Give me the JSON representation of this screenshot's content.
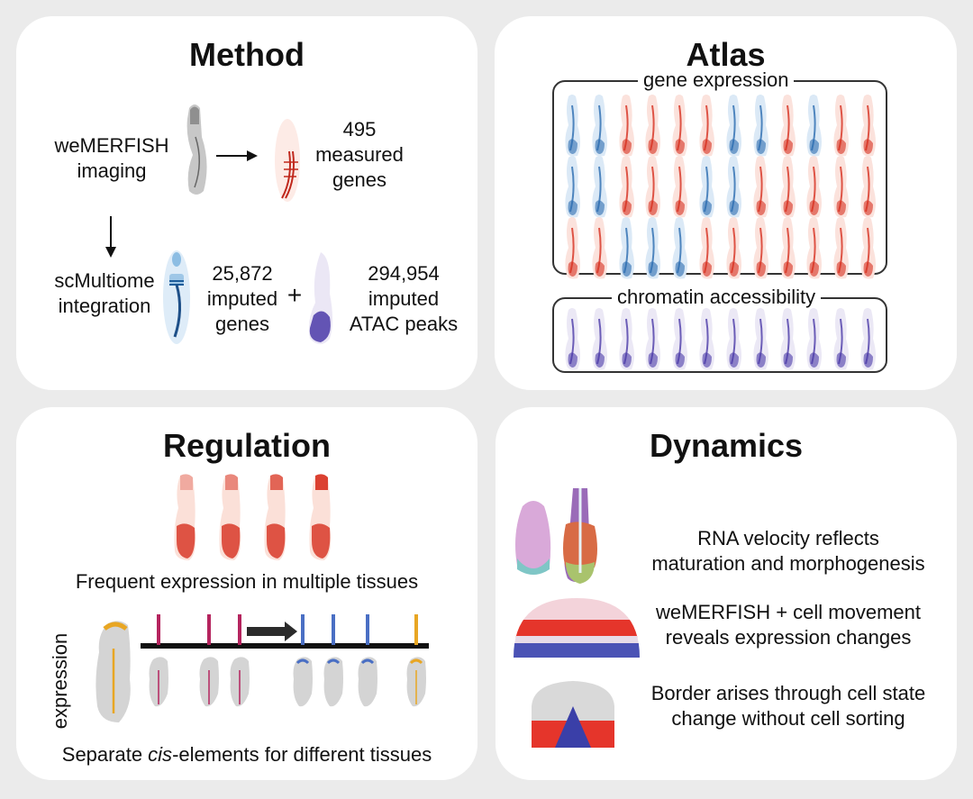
{
  "panels": {
    "method": {
      "title": "Method",
      "imaging_label": [
        "weMERFISH",
        "imaging"
      ],
      "measured": {
        "count": "495",
        "label1": "measured",
        "label2": "genes"
      },
      "integration_label": [
        "scMultiome",
        "integration"
      ],
      "imputed_genes": {
        "count": "25,872",
        "label1": "imputed",
        "label2": "genes"
      },
      "plus": "+",
      "imputed_peaks": {
        "count": "294,954",
        "label1": "imputed",
        "label2": "ATAC peaks"
      }
    },
    "atlas": {
      "title": "Atlas",
      "gene_expression_label": "gene expression",
      "chromatin_label": "chromatin accessibility",
      "gene_expression_rows": [
        [
          "blue",
          "blue",
          "red",
          "red",
          "red",
          "red",
          "blue",
          "blue",
          "red",
          "blue",
          "red",
          "red"
        ],
        [
          "blue",
          "blue",
          "red",
          "red",
          "red",
          "blue",
          "blue",
          "red",
          "red",
          "red",
          "red",
          "red"
        ],
        [
          "red",
          "red",
          "blue",
          "blue",
          "blue",
          "red",
          "red",
          "red",
          "red",
          "red",
          "red",
          "red"
        ]
      ],
      "chromatin_count": 12
    },
    "regulation": {
      "title": "Regulation",
      "caption1": "Frequent expression in multiple tissues",
      "axis_label": "expression",
      "caption2_pre": "Separate ",
      "caption2_em": "cis",
      "caption2_post": "-elements for different tissues",
      "markers": [
        {
          "color": "#b5245e",
          "tissue": "notochord"
        },
        {
          "color": "#b5245e",
          "tissue": "notochord"
        },
        {
          "color": "#b5245e",
          "tissue": "notochord"
        },
        {
          "color": "#4a6fc4",
          "tissue": "head"
        },
        {
          "color": "#4a6fc4",
          "tissue": "head"
        },
        {
          "color": "#4a6fc4",
          "tissue": "head"
        },
        {
          "color": "#e8a623",
          "tissue": "both"
        }
      ]
    },
    "dynamics": {
      "title": "Dynamics",
      "items": [
        {
          "line1": "RNA velocity reflects",
          "line2": "maturation and morphogenesis"
        },
        {
          "line1": "weMERFISH + cell movement",
          "line2": "reveals expression changes"
        },
        {
          "line1": "Border arises through cell state",
          "line2": "change without cell sorting"
        }
      ]
    }
  },
  "colors": {
    "background": "#ebebeb",
    "panel": "#ffffff",
    "red": "#d7301f",
    "blue": "#2b6cb0",
    "purple": "#4b3aa8",
    "magenta": "#b5245e",
    "orange": "#e8a623",
    "gray": "#c4c4c4"
  }
}
